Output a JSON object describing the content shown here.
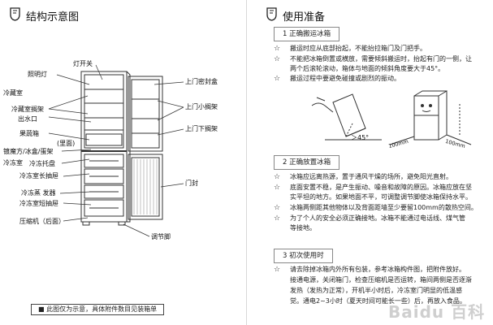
{
  "left": {
    "title": "结构示意图",
    "labels": {
      "light_switch": "灯开关",
      "lamp": "照明灯",
      "cold_room": "冷藏室",
      "cold_shelf": "冷藏室搁架",
      "water_outlet": "出水口",
      "crisper": "果蔬箱",
      "inner": "(里面)",
      "ice_tray": "镀魔方/冰盒/蛋架",
      "freezer_room": "冷冻室",
      "freezer_tray": "冷冻托盘",
      "long_drawer": "冷冻室长抽屉",
      "evaporator": "冷冻蒸 发器",
      "short_drawer": "冷冻室短抽屉",
      "compressor": "压缩机（后面）",
      "seal_box": "上门密封盒",
      "small_shelf": "上门小搁架",
      "lower_shelf": "上门下搁架",
      "door_seal": "门封",
      "foot": "调节脚"
    },
    "footnote": "此图仅为示意，具体附件数目见装箱单"
  },
  "right": {
    "title": "使用准备",
    "sec1": "1 正确搬运冰箱",
    "sec1_items": [
      "搬运时应从底部抬起，不能抬拉箱门及门把手。",
      "不能把冰箱倒置或横放，需要倾斜搬运时，抬起有门的一侧，让",
      "两个后滚轮滚动，箱体与地面的倾斜角度要大于45°。",
      "搬运过程中要避免碰撞或剧烈的振动。"
    ],
    "angle_label": "＞45°",
    "dim1": "100mm",
    "dim2": "100mm",
    "sec2": "2 正确放置冰箱",
    "sec2_items": [
      "冰箱应远离热源，置于通风干燥的场所，避免阳光直射。",
      "底面安置不稳，是产生振动、噪音和故障的原因。冰箱应放在坚",
      "实平坦的地方。如果地面不平，可调整调节脚使冰箱保持水平。",
      "冰箱两侧距其他物体以及背面距墙至少要留100mm的散热空间。",
      "为了个人的安全必须正确接地。冰箱不能通过电话线、煤气管",
      "等接地。"
    ],
    "sec3": "3 初次使用时",
    "sec3_lines": [
      "请去除掉冰箱内外所有包装，参考冰箱构件图，把附件放好。",
      "接通电源，关闭箱门，检查压缩机是否运转，箱间两侧是否逐渐",
      "发热（发热为正常），开机半小时后，冷冻室门明显的低温感",
      "觉。通电2~3小时（夏天时间可能长一些）后，再放入食品。"
    ],
    "watermark": "Baidu 百科"
  }
}
